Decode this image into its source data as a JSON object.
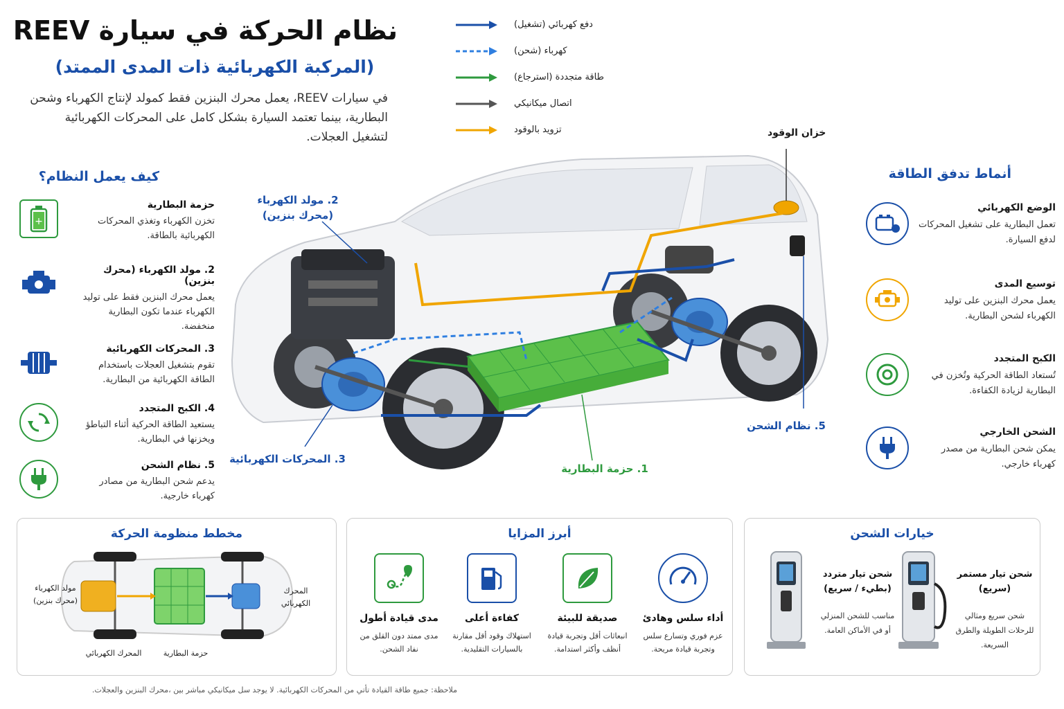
{
  "header": {
    "title": "نظام الحركة في سيارة REEV",
    "subtitle": "(المركبة الكهربائية ذات المدى الممتد)",
    "intro": "في سيارات REEV، يعمل محرك البنزين فقط كمولد لإنتاج الكهرباء وشحن البطارية، بينما تعتمد السيارة بشكل كامل على المحركات الكهربائية لتشغيل العجلات."
  },
  "legend": [
    {
      "label": "دفع كهربائي (تشغيل)",
      "color": "#1a4fa8",
      "style": "solid"
    },
    {
      "label": "كهرباء (شحن)",
      "color": "#2f7fe0",
      "style": "dashed"
    },
    {
      "label": "طاقة متجددة (استرجاع)",
      "color": "#2e9a3e",
      "style": "solid"
    },
    {
      "label": "اتصال ميكانيكي",
      "color": "#555555",
      "style": "solid"
    },
    {
      "label": "تزويد بالوقود",
      "color": "#f0a500",
      "style": "solid"
    }
  ],
  "diagram": {
    "fuel_tank": "خزان الوقود",
    "callout_generator_line1": "2. مولد الكهرباء",
    "callout_generator_line2": "(محرك بنزين)",
    "callout_motors": "3. المحركات الكهربائية",
    "callout_battery": "1. حزمة البطارية",
    "callout_charging": "5.  نظام الشحن"
  },
  "how_it_works": {
    "title": "كيف يعمل النظام؟",
    "items": [
      {
        "title": "حزمة البطارية",
        "text": "تخزن الكهرباء وتغذي المحركات الكهربائية بالطاقة.",
        "icon": "battery-icon"
      },
      {
        "title": "2. مولد الكهرباء (محرك بنزين)",
        "text": "يعمل محرك البنزين فقط على توليد الكهرباء عندما تكون البطارية منخفضة.",
        "icon": "engine-icon"
      },
      {
        "title": "3. المحركات الكهربائية",
        "text": "تقوم بتشغيل العجلات باستخدام الطاقة الكهربائية من البطارية.",
        "icon": "motor-icon"
      },
      {
        "title": "4. الكبح المتجدد",
        "text": "يستعيد الطاقة الحركية أثناء التباطؤ ويخزنها في البطارية.",
        "icon": "recycle-icon"
      },
      {
        "title": "5. نظام الشحن",
        "text": "يدعم شحن البطارية من مصادر كهرباء خارجية.",
        "icon": "plug-icon"
      }
    ]
  },
  "energy_flow": {
    "title": "أنماط تدفق الطاقة",
    "items": [
      {
        "title": "الوضع الكهربائي",
        "text": "تعمل البطارية على تشغيل المحركات لدفع السيارة.",
        "icon": "battery-motor-icon",
        "color": "#1a4fa8"
      },
      {
        "title": "توسيع المدى",
        "text": "يعمل محرك البنزين على توليد الكهرباء لشحن البطارية.",
        "icon": "engine-warning-icon",
        "color": "#f0a500"
      },
      {
        "title": "الكبح المتجدد",
        "text": "تُستعاد الطاقة الحركية وتُخزن في البطارية لزيادة الكفاءة.",
        "icon": "regen-icon",
        "color": "#2e9a3e"
      },
      {
        "title": "الشحن الخارجي",
        "text": "يمكن شحن البطارية من مصدر كهرباء خارجي.",
        "icon": "plug-icon",
        "color": "#1a4fa8"
      }
    ]
  },
  "drivetrain_panel": {
    "title": "مخطط منظومة الحركة",
    "generator_label": "مولد الكهرباء (محرك بنزين)",
    "motor_label_right": "المحرك الكهربائي",
    "motor_label_bottom": "المحرك الكهربائي",
    "battery_label": "حزمة البطارية"
  },
  "benefits_panel": {
    "title": "أبرز المزايا",
    "items": [
      {
        "title": "مدى قيادة أطول",
        "text": "مدى ممتد دون القلق من نفاد الشحن.",
        "icon": "route-icon"
      },
      {
        "title": "كفاءة أعلى",
        "text": "استهلاك وقود أقل مقارنة بالسيارات التقليدية.",
        "icon": "fuel-pump-icon"
      },
      {
        "title": "صديقة للبيئة",
        "text": "انبعاثات أقل وتجربة قيادة أنظف وأكثر استدامة.",
        "icon": "leaf-icon"
      },
      {
        "title": "أداء سلس وهادئ",
        "text": "عزم فوري وتسارع سلس وتجربة قيادة مريحة.",
        "icon": "speedometer-icon"
      }
    ]
  },
  "charging_panel": {
    "title": "خيارات الشحن",
    "items": [
      {
        "title": "شحن تيار متردد (بطيء / سريع)",
        "text": "مناسب للشحن المنزلي أو في الأماكن العامة.",
        "icon": "ac-charger-icon"
      },
      {
        "title": "شحن تيار مستمر (سريع)",
        "text": "شحن سريع ومثالي للرحلات الطويلة والطرق السريعة.",
        "icon": "dc-charger-icon"
      }
    ]
  },
  "note": "ملاحظة: جميع طاقة القيادة تأتي من المحركات الكهربائية. لا يوجد سل ميكانيكي مباشر بين ،محرك البنزين والعجلات."
}
